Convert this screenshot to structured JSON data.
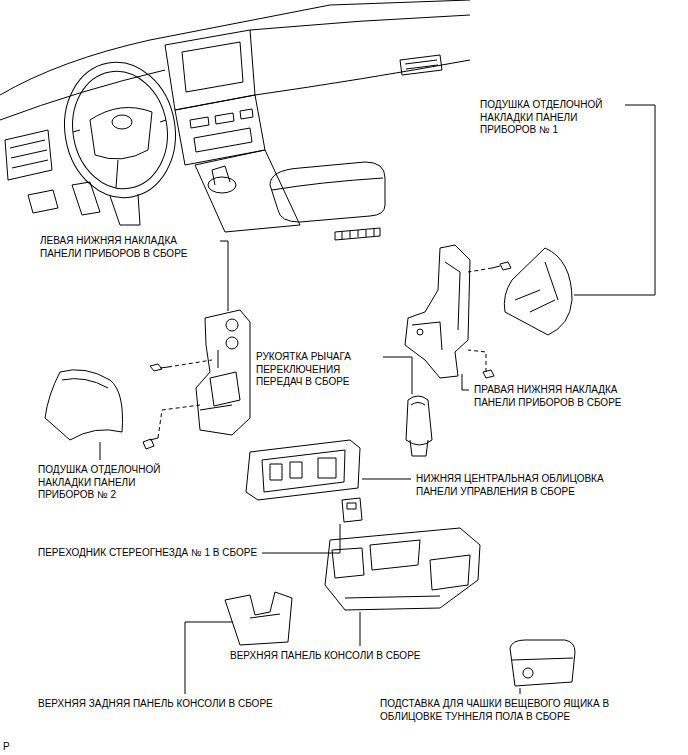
{
  "diagram": {
    "labels": [
      "ПОДУШКА ОТДЕЛОЧНОЙ НАКЛАДКИ ПАНЕЛИ ПРИБОРОВ № 1",
      "ЛЕВАЯ НИЖНЯЯ НАКЛАДКА ПАНЕЛИ ПРИБОРОВ В СБОРЕ",
      "РУКОЯТКА РЫЧАГА ПЕРЕКЛЮЧЕНИЯ ПЕРЕДАЧ В СБОРЕ",
      "ПРАВАЯ НИЖНЯЯ НАКЛАДКА ПАНЕЛИ ПРИБОРОВ В СБОРЕ",
      "ПОДУШКА ОТДЕЛОЧНОЙ НАКЛАДКИ ПАНЕЛИ ПРИБОРОВ № 2",
      "НИЖНЯЯ ЦЕНТРАЛЬНАЯ ОБЛИЦОВКА ПАНЕЛИ УПРАВЛЕНИЯ В СБОРЕ",
      "ПЕРЕХОДНИК СТЕРЕОГНЕЗДА № 1 В СБОРЕ",
      "ВЕРХНЯЯ ПАНЕЛЬ КОНСОЛИ В СБОРЕ",
      "ВЕРХНЯЯ ЗАДНЯЯ ПАНЕЛЬ КОНСОЛИ В СБОРЕ",
      "ПОДСТАВКА ДЛЯ ЧАШКИ ВЕЩЕВОГО ЯЩИКА В ОБЛИЦОВКЕ ТУННЕЛЯ ПОЛА В СБОРЕ",
      "P"
    ]
  }
}
